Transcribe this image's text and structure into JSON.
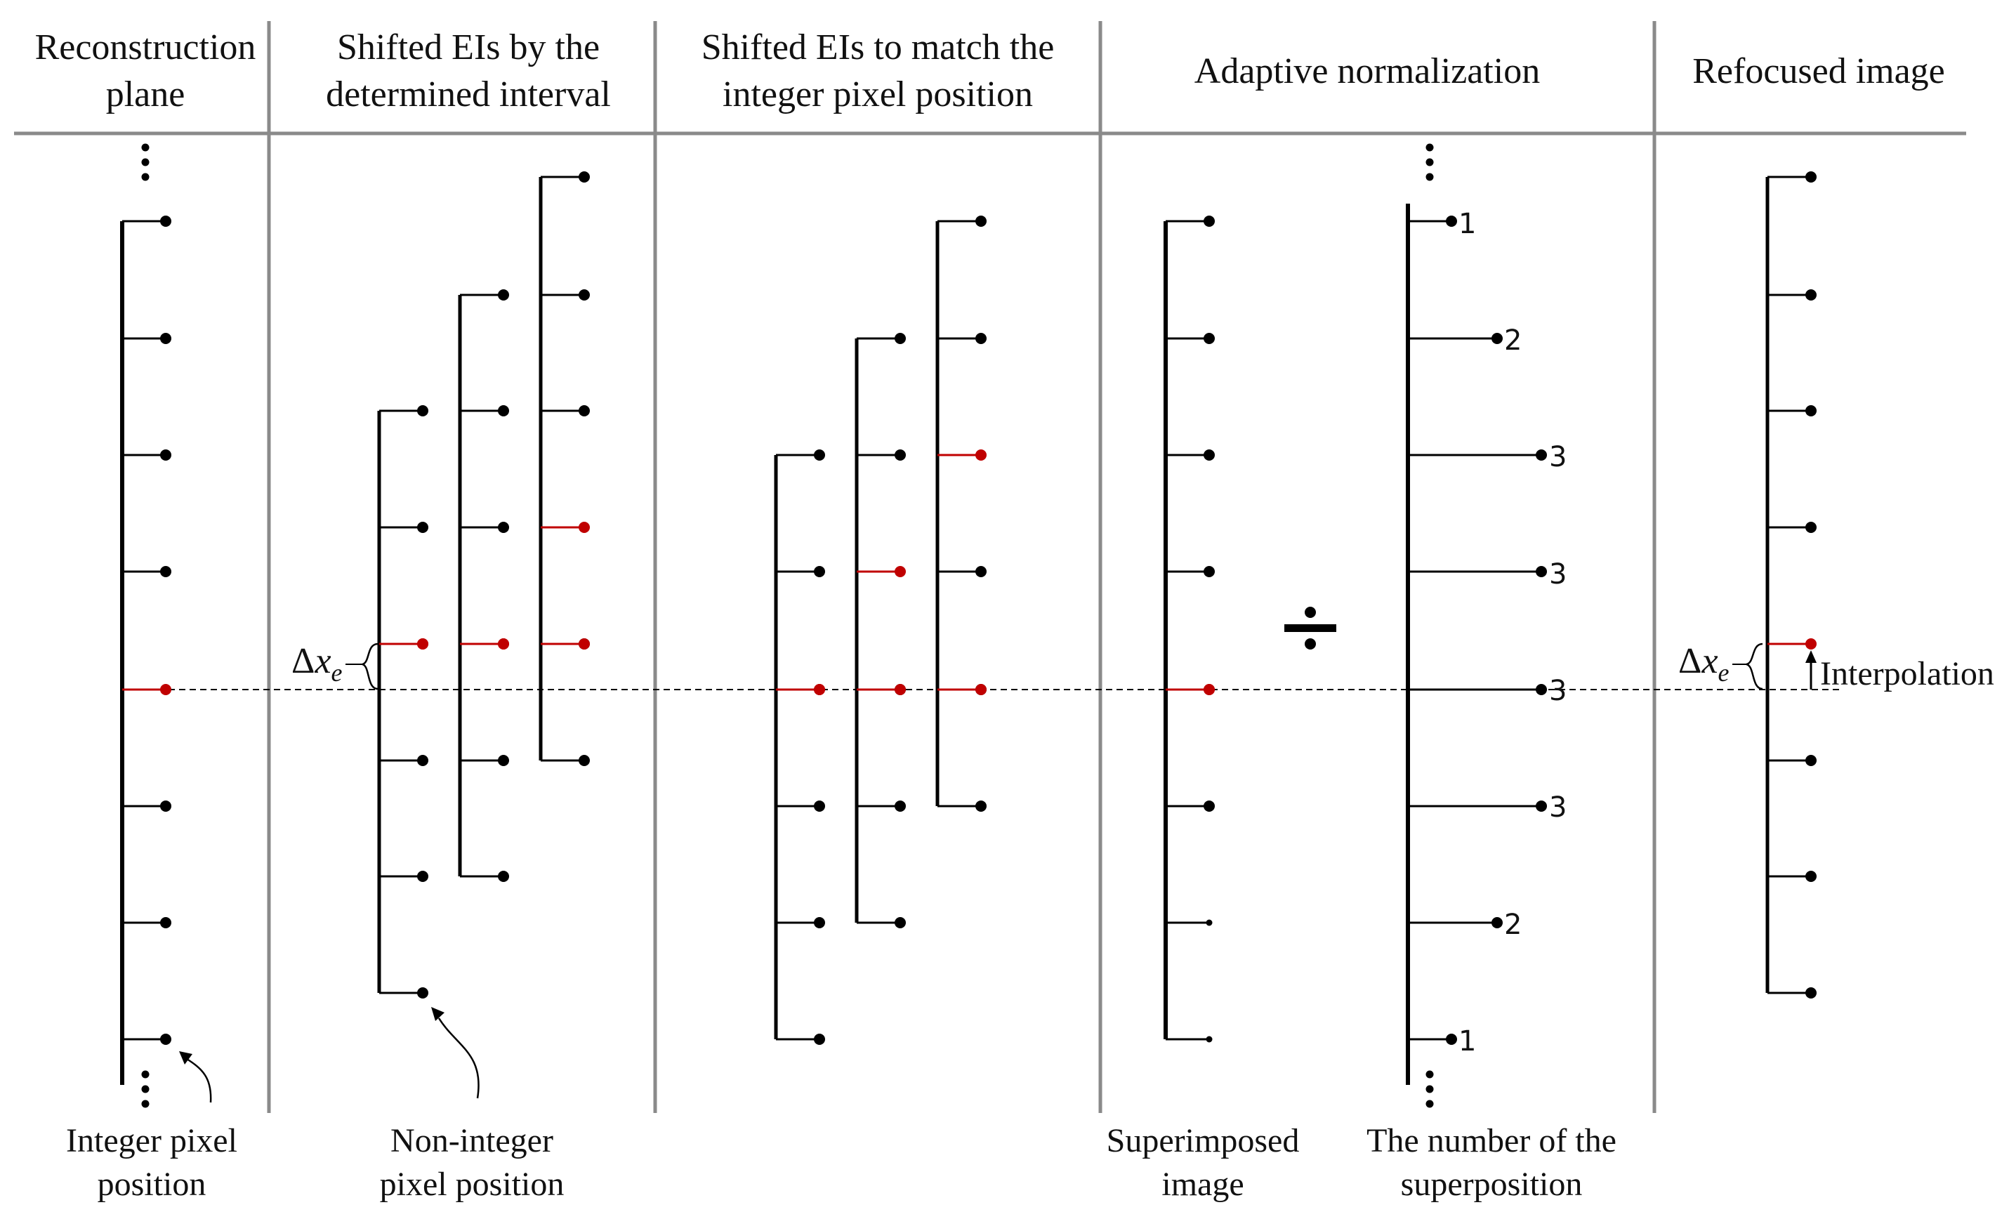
{
  "headers": [
    [
      "Reconstruction",
      "plane"
    ],
    [
      "Shifted EIs by the",
      "determined interval"
    ],
    [
      "Shifted EIs to match the",
      "integer pixel position"
    ],
    [
      "Adaptive normalization"
    ],
    [
      "Refocused image"
    ]
  ],
  "captions": {
    "integer": [
      "Integer pixel",
      "position"
    ],
    "noninteger": [
      "Non-integer",
      "pixel position"
    ],
    "superimposed": [
      "Superimposed",
      "image"
    ],
    "superposition": [
      "The number of the",
      "superposition"
    ]
  },
  "superposition_counts": [
    "1",
    "2",
    "3",
    "3",
    "3",
    "3",
    "2",
    "1"
  ],
  "interpolation_label": "Interpolation",
  "delta_label": {
    "symbol": "Δ",
    "var": "x",
    "sub": "e"
  },
  "colors": {
    "line": "#000000",
    "highlight": "#c00000",
    "divider": "#8a8a8a"
  },
  "icons": [
    "ellipsis-icon",
    "divide-icon",
    "curved-arrow-icon",
    "up-arrow-icon",
    "brace-icon"
  ]
}
